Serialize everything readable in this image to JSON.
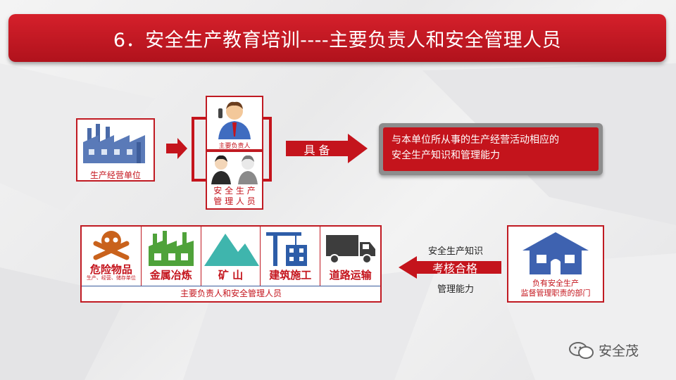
{
  "title": "6．安全生产教育培训----主要负责人和安全管理人员",
  "production_unit": {
    "label": "生产经营单位"
  },
  "persons": {
    "main_label": "主要负责人",
    "safety_line1": "安 全 生 产",
    "safety_line2": "管 理 人 员"
  },
  "possess_label": "具  备",
  "ability": {
    "line1": "与本单位所从事的生产经营活动相应的",
    "line2": "安全生产知识和管理能力"
  },
  "industries": [
    {
      "label": "危险物品",
      "sub": "生产、经营、储存单位",
      "icon": "skull-crossbones-icon"
    },
    {
      "label": "金属冶炼",
      "icon": "factory-icon"
    },
    {
      "label": "矿  山",
      "icon": "mountain-icon"
    },
    {
      "label": "建筑施工",
      "icon": "crane-building-icon"
    },
    {
      "label": "道路运输",
      "icon": "truck-icon"
    }
  ],
  "industries_caption": "主要负责人和安全管理人员",
  "assessment": {
    "top": "安全生产知识",
    "middle": "考核合格",
    "bottom": "管理能力"
  },
  "department": {
    "line1": "负有安全生产",
    "line2": "监督管理职责的部门"
  },
  "watermark": {
    "text": "安全茂",
    "icon": "wechat-icon"
  },
  "colors": {
    "accent": "#c4141c",
    "blue": "#4a6aa8",
    "gray": "#8d8d8d"
  }
}
